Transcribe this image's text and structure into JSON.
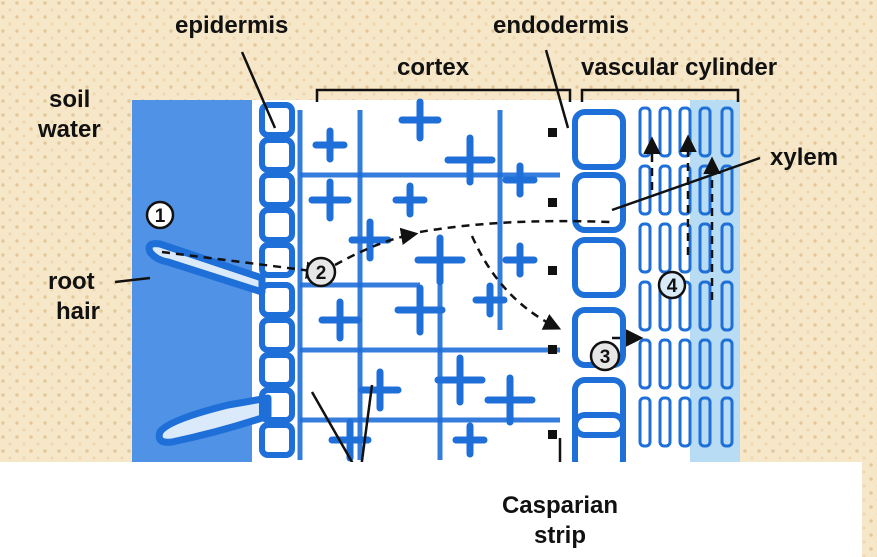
{
  "labels": {
    "epidermis": "epidermis",
    "endodermis": "endodermis",
    "cortex": "cortex",
    "vascular_cylinder": "vascular cylinder",
    "soil": "soil",
    "water": "water",
    "xylem": "xylem",
    "root": "root",
    "hair": "hair",
    "casparian": "Casparian",
    "strip": "strip"
  },
  "steps": [
    "1",
    "2",
    "3",
    "4"
  ],
  "colors": {
    "cell_wall": "#1f6fd8",
    "soil_water": "#4f92e6",
    "xylem_fill": "#b7dcf3",
    "background": "#f7e7c9"
  }
}
